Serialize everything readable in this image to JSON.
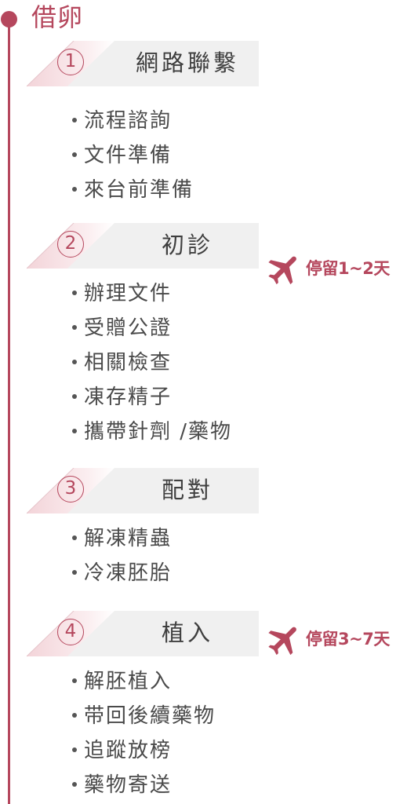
{
  "title": "借卵",
  "colors": {
    "accent": "#b5475d",
    "header_bg": "#efefef",
    "text": "#4a4a4a"
  },
  "steps": [
    {
      "number": "1",
      "title": "網路聯繫",
      "items": [
        "流程諮詢",
        "文件準備",
        "來台前準備"
      ]
    },
    {
      "number": "2",
      "title": "初診",
      "items": [
        "辦理文件",
        "受贈公證",
        "相關檢查",
        "凍存精子",
        "攜帶針劑 /藥物"
      ],
      "stay": {
        "icon": "airplane-icon",
        "label": "停留1~2天"
      }
    },
    {
      "number": "3",
      "title": "配對",
      "items": [
        "解凍精蟲",
        "冷凍胚胎"
      ]
    },
    {
      "number": "4",
      "title": "植入",
      "items": [
        "解胚植入",
        "带回後續藥物",
        "追蹤放榜",
        "藥物寄送"
      ],
      "stay": {
        "icon": "airplane-icon",
        "label": "停留3~7天"
      }
    }
  ]
}
